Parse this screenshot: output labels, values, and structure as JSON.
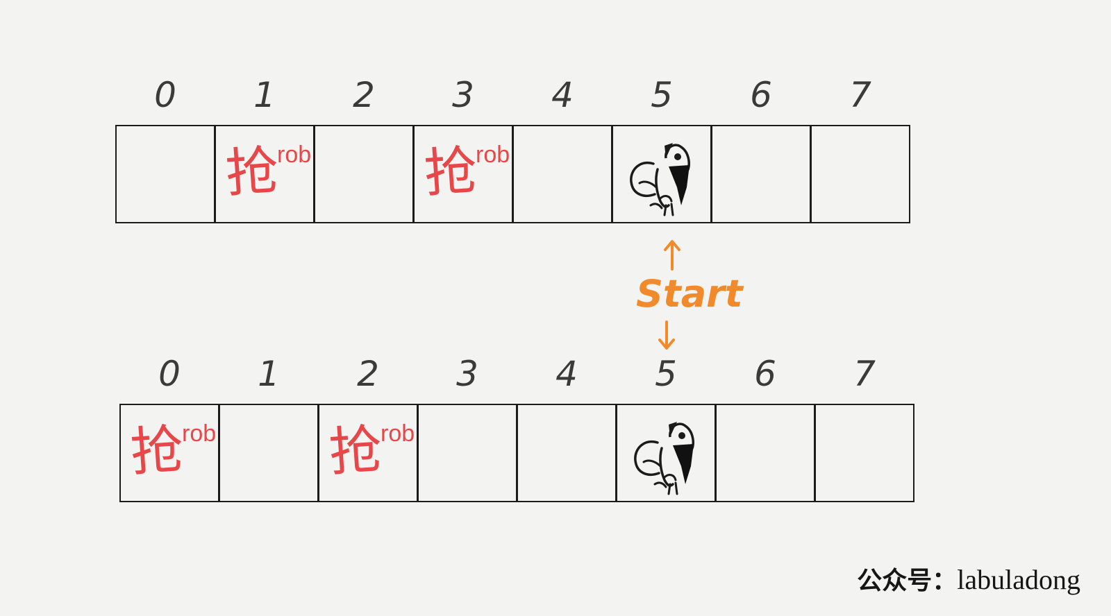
{
  "rows": [
    {
      "cells": [
        {
          "index": "0",
          "mark": "",
          "tag": "",
          "robber": false
        },
        {
          "index": "1",
          "mark": "抢",
          "tag": "rob",
          "robber": false
        },
        {
          "index": "2",
          "mark": "",
          "tag": "",
          "robber": false
        },
        {
          "index": "3",
          "mark": "抢",
          "tag": "rob",
          "robber": false
        },
        {
          "index": "4",
          "mark": "",
          "tag": "",
          "robber": false
        },
        {
          "index": "5",
          "mark": "",
          "tag": "",
          "robber": true
        },
        {
          "index": "6",
          "mark": "",
          "tag": "",
          "robber": false
        },
        {
          "index": "7",
          "mark": "",
          "tag": "",
          "robber": false
        }
      ]
    },
    {
      "cells": [
        {
          "index": "0",
          "mark": "抢",
          "tag": "rob",
          "robber": false
        },
        {
          "index": "1",
          "mark": "",
          "tag": "",
          "robber": false
        },
        {
          "index": "2",
          "mark": "抢",
          "tag": "rob",
          "robber": false
        },
        {
          "index": "3",
          "mark": "",
          "tag": "",
          "robber": false
        },
        {
          "index": "4",
          "mark": "",
          "tag": "",
          "robber": false
        },
        {
          "index": "5",
          "mark": "",
          "tag": "",
          "robber": true
        },
        {
          "index": "6",
          "mark": "",
          "tag": "",
          "robber": false
        },
        {
          "index": "7",
          "mark": "",
          "tag": "",
          "robber": false
        }
      ]
    }
  ],
  "start_label": "Start",
  "brand": {
    "prefix": "公众号：",
    "name": "labuladong"
  },
  "colors": {
    "rob": "#e8474a",
    "start": "#f08a2b",
    "ink": "#1b1b1b",
    "index": "#3a3a3a"
  },
  "icons": {
    "robber": "robber-icon",
    "arrow_up": "arrow-up-icon",
    "arrow_down": "arrow-down-icon"
  }
}
